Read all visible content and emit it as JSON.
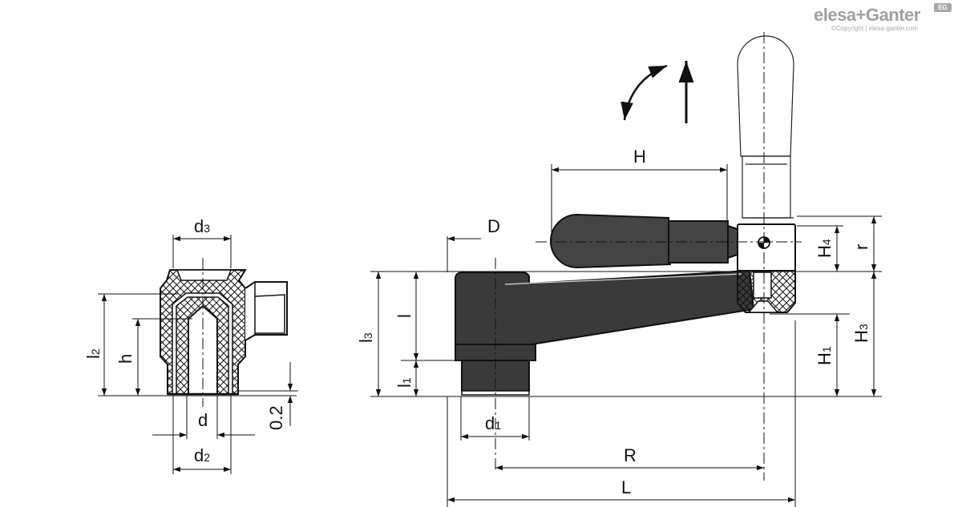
{
  "logo": {
    "brand": "elesa+Ganter",
    "badge": "EG",
    "copyright": "©Copyright | elesa-ganter.com"
  },
  "labels": {
    "d3": "d",
    "d3_sub": "3",
    "l2": "l",
    "l2_sub": "2",
    "h": "h",
    "d": "d",
    "d2": "d",
    "d2_sub": "2",
    "gap": "0.2",
    "D": "D",
    "l3": "l",
    "l3_sub": "3",
    "l": "l",
    "l1": "l",
    "l1_sub": "1",
    "d1": "d",
    "d1_sub": "1",
    "H": "H",
    "H4": "H",
    "H4_sub": "4",
    "r": "r",
    "H3": "H",
    "H3_sub": "3",
    "H1": "H",
    "H1_sub": "1",
    "R": "R",
    "L": "L"
  },
  "colors": {
    "line": "#111111",
    "part_fill": "#3a3a3a",
    "grip_fill": "#4a4a4a",
    "ghost_line": "#222222"
  }
}
